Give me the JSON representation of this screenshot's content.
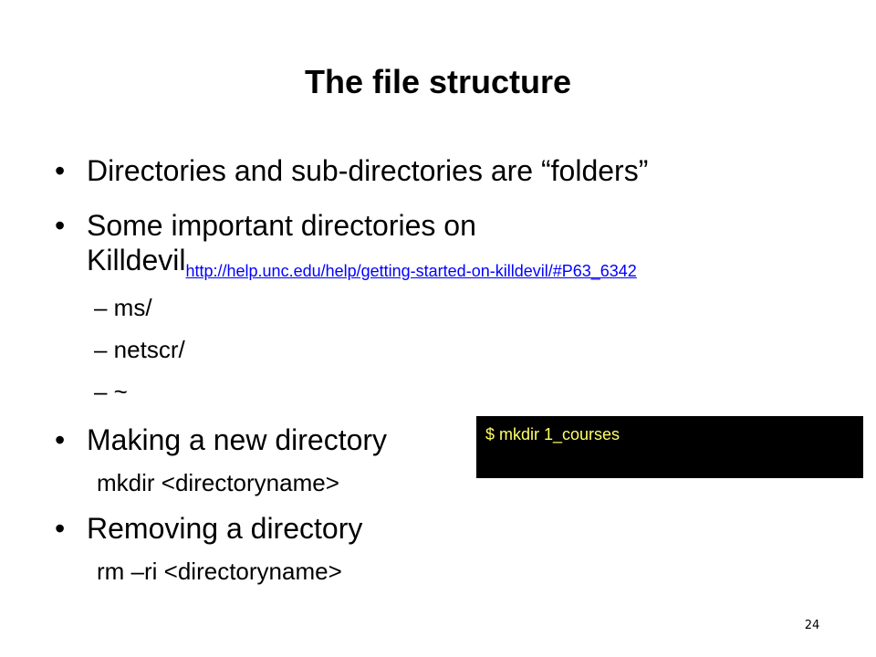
{
  "slide": {
    "title": "The file structure",
    "bullets": [
      {
        "marker": "•",
        "text": "Directories and sub-directories are “folders”"
      },
      {
        "marker": "•",
        "text_line1": "Some important directories on",
        "text_line2": "Killdevil",
        "link": "http://help.unc.edu/help/getting-started-on-killdevil/#P63_6342"
      },
      {
        "marker": "•",
        "text": "Making a new directory"
      },
      {
        "marker": "•",
        "text": "Removing a directory"
      }
    ],
    "subitems": [
      "– ms/",
      "– netscr/",
      "– ~"
    ],
    "commands": {
      "mkdir": "mkdir <directoryname>",
      "rm": "rm –ri <directoryname>"
    },
    "terminal": {
      "text": "$ mkdir 1_courses",
      "background": "#000000",
      "text_color": "#ffff66"
    },
    "page_number": "24"
  }
}
